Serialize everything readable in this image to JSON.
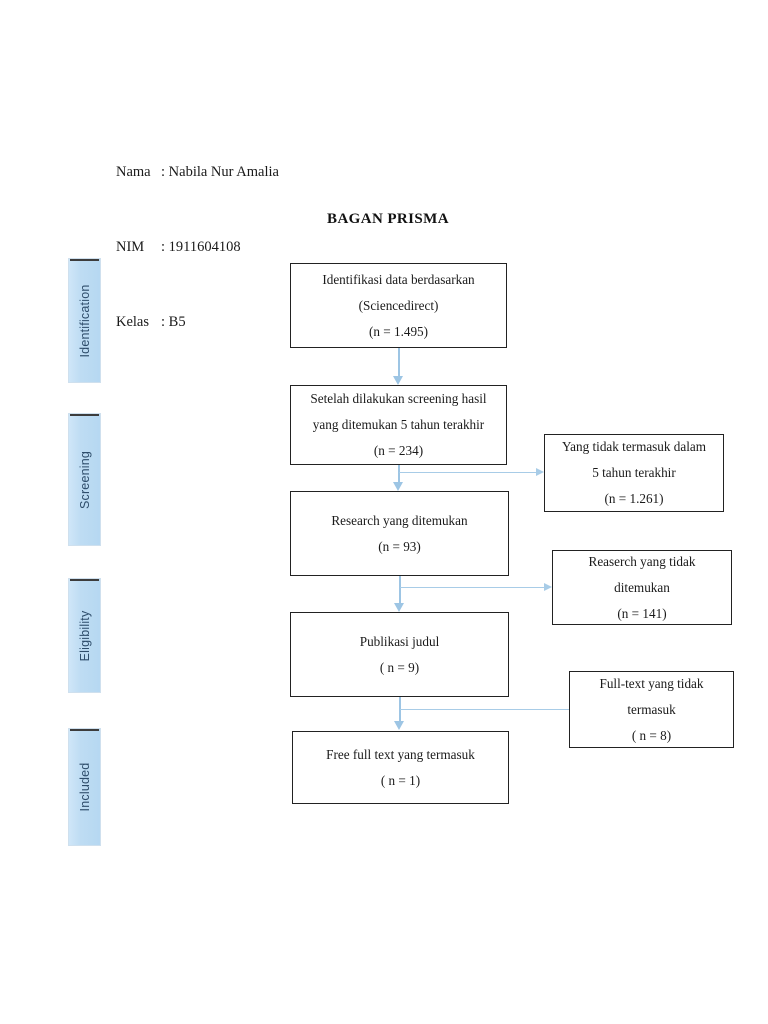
{
  "header": {
    "rows": [
      {
        "label": "Nama",
        "sep": ":",
        "value": "Nabila Nur Amalia"
      },
      {
        "label": "NIM",
        "sep": ":",
        "value": "1911604108"
      },
      {
        "label": "Kelas",
        "sep": ":",
        "value": "B5"
      }
    ]
  },
  "title": "BAGAN PRISMA",
  "stages": [
    {
      "id": "identification",
      "label": "Identification"
    },
    {
      "id": "screening",
      "label": "Screening"
    },
    {
      "id": "eligibility",
      "label": "Eligibility"
    },
    {
      "id": "included",
      "label": "Included"
    }
  ],
  "flow": {
    "identification": {
      "line1": "Identifikasi data berdasarkan",
      "line2": "(Sciencedirect)",
      "line3": "(n = 1.495)"
    },
    "screening": {
      "line1": "Setelah dilakukan screening hasil",
      "line2": "yang ditemukan 5 tahun terakhir",
      "line3": "(n = 234)"
    },
    "research": {
      "line1": "Research yang ditemukan",
      "line2": "(n = 93)"
    },
    "publikasi": {
      "line1": "Publikasi judul",
      "line2": "( n = 9)"
    },
    "freefulltext": {
      "line1": "Free full text yang termasuk",
      "line2": "( n = 1)"
    }
  },
  "excluded": {
    "years": {
      "line1": "Yang tidak termasuk dalam",
      "line2": "5 tahun terakhir",
      "line3": "(n = 1.261)"
    },
    "research": {
      "line1": "Reaserch yang tidak",
      "line2": "ditemukan",
      "line3": "(n = 141)"
    },
    "fulltext": {
      "line1": "Full-text yang tidak",
      "line2": "termasuk",
      "line3": "( n = 8)"
    }
  },
  "colors": {
    "stage_bar": "#bedcf3",
    "stage_text": "#2e4d6b",
    "connector": "#9dc5e4",
    "box_border": "#222222",
    "text": "#1a1a1a",
    "page_background": "#ffffff"
  }
}
